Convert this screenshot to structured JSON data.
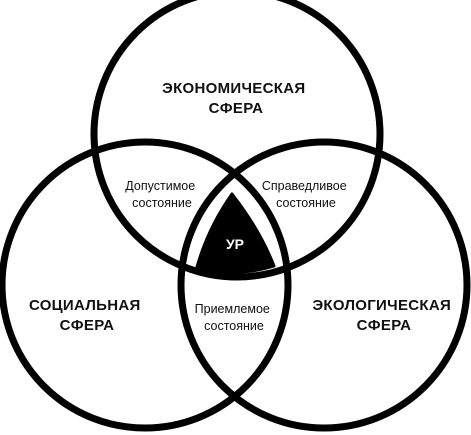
{
  "diagram": {
    "spheres": {
      "economic": {
        "line1": "ЭКОНОМИЧЕСКАЯ",
        "line2": "СФЕРА"
      },
      "social": {
        "line1": "СОЦИАЛЬНАЯ",
        "line2": "СФЕРА"
      },
      "ecological": {
        "line1": "ЭКОЛОГИЧЕСКАЯ",
        "line2": "СФЕРА"
      }
    },
    "overlaps": {
      "economic_social": {
        "line1": "Допустимое",
        "line2": "состояние"
      },
      "economic_ecological": {
        "line1": "Справедливое",
        "line2": "состояние"
      },
      "social_ecological": {
        "line1": "Приемлемое",
        "line2": "состояние"
      }
    },
    "center": {
      "label": "УР"
    },
    "colors": {
      "stroke": "#000000",
      "core_fill": "#000000",
      "background": "#ffffff"
    }
  }
}
